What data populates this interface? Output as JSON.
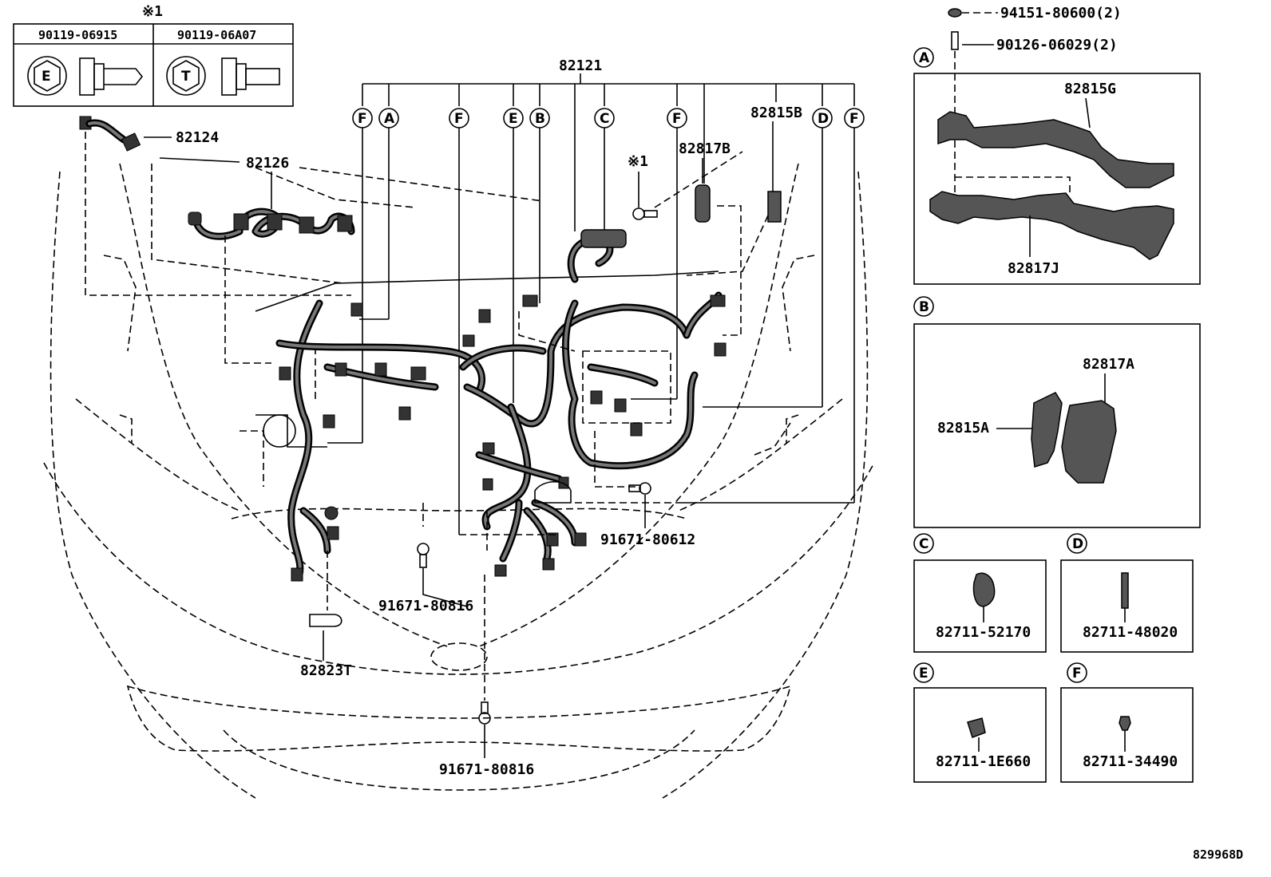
{
  "figure_code": "829968D",
  "note_mark": "※1",
  "fastener_table": {
    "note": "※1",
    "columns": [
      {
        "part_no": "90119-06915",
        "letter": "E"
      },
      {
        "part_no": "90119-06A07",
        "letter": "T"
      }
    ]
  },
  "main_harness": "82121",
  "top_letters": [
    "F",
    "A",
    "F",
    "E",
    "B",
    "C",
    "F",
    "D",
    "F"
  ],
  "callouts": {
    "p82124": "82124",
    "p82126": "82126",
    "p82817B": "82817B",
    "p82815B": "82815B",
    "note1": "※1",
    "p91671_80612": "91671-80612",
    "p91671_80816a": "91671-80816",
    "p82823T": "82823T",
    "p91671_80816b": "91671-80816",
    "p94151": "94151-80600(2)",
    "p90126": "90126-06029(2)"
  },
  "detail_panels": {
    "A": {
      "letter": "A",
      "parts": [
        "82815G",
        "82817J"
      ]
    },
    "B": {
      "letter": "B",
      "parts": [
        "82817A",
        "82815A"
      ]
    },
    "C": {
      "letter": "C",
      "part": "82711-52170"
    },
    "D": {
      "letter": "D",
      "part": "82711-48020"
    },
    "E": {
      "letter": "E",
      "part": "82711-1E660"
    },
    "F": {
      "letter": "F",
      "part": "82711-34490"
    }
  }
}
